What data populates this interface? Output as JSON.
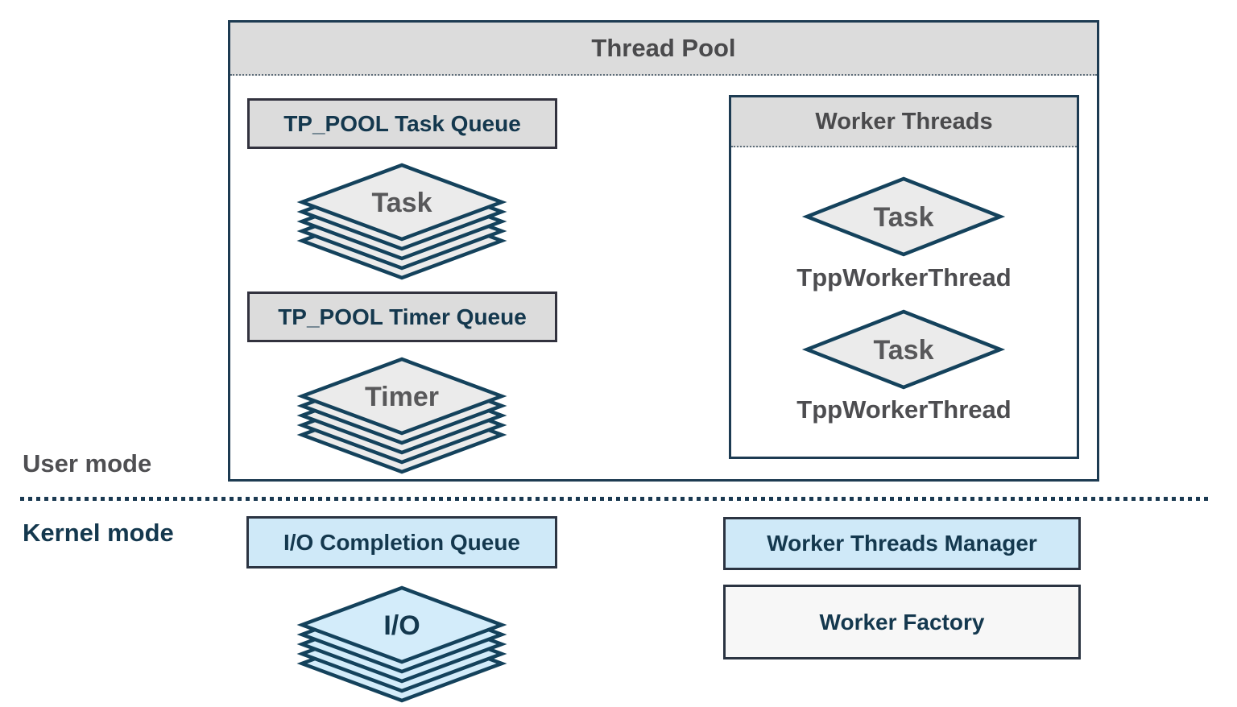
{
  "colors": {
    "navy_text": "#14384e",
    "gray_text": "#4d4d50",
    "navy_border": "#1d3b52",
    "dark_border": "#32323e",
    "gray_fill": "#dcdcdc",
    "diamond_gray_fill": "#ebebeb",
    "blue_fill": "#cfe9f8",
    "near_white_fill": "#f7f7f7",
    "diamond_stroke": "#14425c"
  },
  "thread_pool": {
    "title": "Thread Pool",
    "task_queue": {
      "label": "TP_POOL Task Queue",
      "stack_label": "Task"
    },
    "timer_queue": {
      "label": "TP_POOL Timer Queue",
      "stack_label": "Timer"
    },
    "worker_threads": {
      "title": "Worker Threads",
      "workers": [
        {
          "diamond_label": "Task",
          "thread_label": "TppWorkerThread"
        },
        {
          "diamond_label": "Task",
          "thread_label": "TppWorkerThread"
        }
      ]
    }
  },
  "modes": {
    "user": "User mode",
    "kernel": "Kernel mode"
  },
  "kernel": {
    "io_queue": {
      "label": "I/O Completion Queue",
      "stack_label": "I/O"
    },
    "manager_label": "Worker Threads Manager",
    "factory_label": "Worker Factory"
  }
}
